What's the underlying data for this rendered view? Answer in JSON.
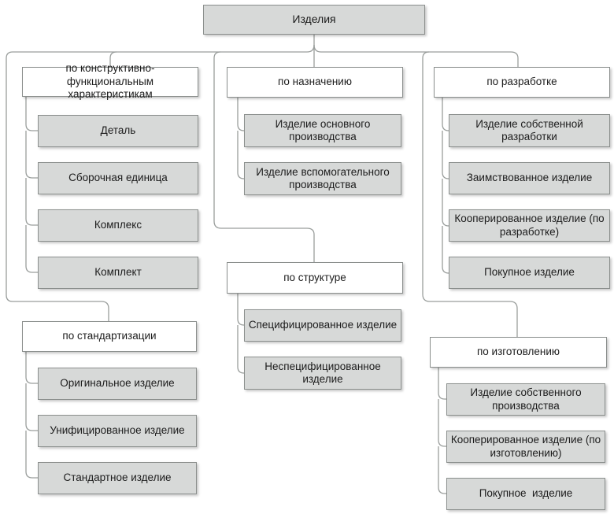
{
  "root": {
    "label": "Изделия"
  },
  "groups": [
    {
      "id": "functional",
      "title": "по конструктивно-\nфункциональным характеристикам",
      "items": [
        "Деталь",
        "Сборочная единица",
        "Комплекс",
        "Комплект"
      ]
    },
    {
      "id": "standardization",
      "title": "по стандартизации",
      "items": [
        "Оригинальное изделие",
        "Унифицированное изделие",
        "Стандартное изделие"
      ]
    },
    {
      "id": "purpose",
      "title": "по назначению",
      "items": [
        "Изделие основного\nпроизводства",
        "Изделие вспомогательного\nпроизводства"
      ]
    },
    {
      "id": "structure",
      "title": "по структуре",
      "items": [
        "Специфицированное изделие",
        "Неспецифицированное\nизделие"
      ]
    },
    {
      "id": "development",
      "title": "по разработке",
      "items": [
        "Изделие собственной\nразработки",
        "Заимствованное изделие",
        "Кооперированное изделие (по\nразработке)",
        "Покупное изделие"
      ]
    },
    {
      "id": "manufacturing",
      "title": "по изготовлению",
      "items": [
        "Изделие собственного\nпроизводства",
        "Кооперированное изделие (по\nизготовлению)",
        "Покупное  изделие"
      ]
    }
  ],
  "colors": {
    "page_bg": "#ffffff",
    "box_fill": "#d7d9d8",
    "header_fill": "#ffffff",
    "border_color": "#8b8f8d",
    "line_color": "#9a9e9c",
    "text_color": "#1c1c1c"
  }
}
